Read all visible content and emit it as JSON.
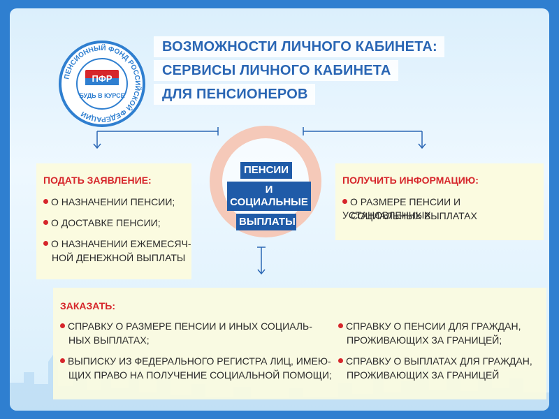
{
  "title": {
    "line1": "ВОЗМОЖНОСТИ ЛИЧНОГО КАБИНЕТА:",
    "line2": "СЕРВИСЫ ЛИЧНОГО КАБИНЕТА",
    "line3": "ДЛЯ ПЕНСИОНЕРОВ"
  },
  "logo": {
    "ring_text": "ПЕНСИОННЫЙ ФОНД РОССИЙСКОЙ ФЕДЕРАЦИИ",
    "motto": "БУДЬ В КУРСЕ",
    "mark": "ПФР"
  },
  "center": {
    "line1": "ПЕНСИИ",
    "line2": "И СОЦИАЛЬНЫЕ",
    "line3": "ВЫПЛАТЫ"
  },
  "left_panel": {
    "heading": "ПОДАТЬ ЗАЯВЛЕНИЕ:",
    "items": [
      "О НАЗНАЧЕНИИ ПЕНСИИ;",
      "О ДОСТАВКЕ ПЕНСИИ;",
      "О НАЗНАЧЕНИИ ЕЖЕМЕСЯЧ-",
      "НОЙ ДЕНЕЖНОЙ ВЫПЛАТЫ"
    ]
  },
  "right_panel": {
    "heading": "ПОЛУЧИТЬ ИНФОРМАЦИЮ:",
    "items": [
      "О РАЗМЕРЕ ПЕНСИИ И УСТАНОВЛЕННЫХ",
      "СОЦИАЛЬНЫХ ВЫПЛАТАХ"
    ]
  },
  "bottom_panel": {
    "heading": "ЗАКАЗАТЬ:",
    "col1": [
      "СПРАВКУ О РАЗМЕРЕ ПЕНСИИ И ИНЫХ СОЦИАЛЬ-",
      "НЫХ ВЫПЛАТАХ;",
      "ВЫПИСКУ ИЗ ФЕДЕРАЛЬНОГО РЕГИСТРА ЛИЦ, ИМЕЮ-",
      "ЩИХ ПРАВО НА ПОЛУЧЕНИЕ СОЦИАЛЬНОЙ ПОМОЩИ;"
    ],
    "col2": [
      "СПРАВКУ О ПЕНСИИ ДЛЯ ГРАЖДАН,",
      "ПРОЖИВАЮЩИХ ЗА ГРАНИЦЕЙ;",
      "СПРАВКУ О ВЫПЛАТАХ ДЛЯ ГРАЖДАН,",
      "ПРОЖИВАЮЩИХ ЗА ГРАНИЦЕЙ"
    ]
  },
  "colors": {
    "frame": "#2f7fd0",
    "title": "#2a66b4",
    "accent_red": "#d6262b",
    "center_box": "#1f5ba8",
    "ring": "#f5c9b9",
    "panel": "#fbfbe0"
  }
}
